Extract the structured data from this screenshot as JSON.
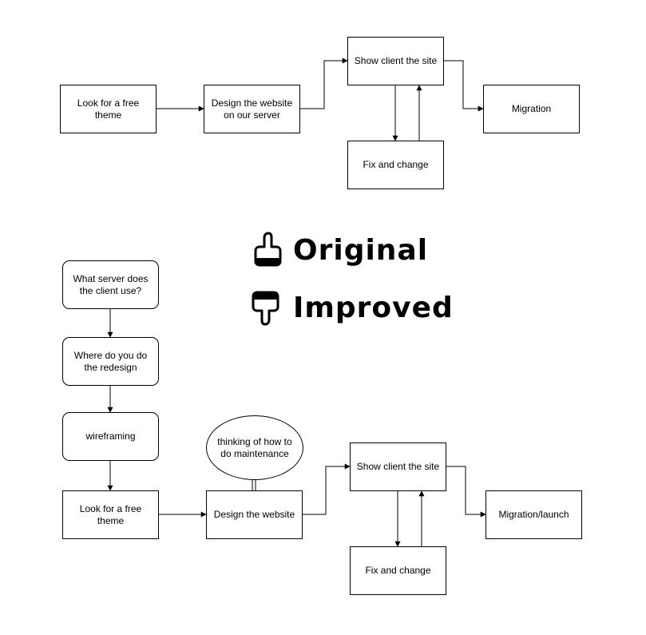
{
  "original_flow": {
    "free_theme": "Look for a free theme",
    "design": "Design the website on our server",
    "show_client": "Show client the site",
    "fix_change": "Fix and change",
    "migration": "Migration"
  },
  "legend": {
    "original": {
      "label": "Original",
      "icon": "thumbs-up-pointing-hand-icon"
    },
    "improved": {
      "label": "Improved",
      "icon": "pointing-down-hand-icon"
    }
  },
  "improved_flow": {
    "server_question": "What server does the client use?",
    "where_redesign": "Where do you do the redesign",
    "wireframing": "wireframing",
    "maintenance_note": "thinking of how to do maintenance",
    "free_theme": "Look for a free theme",
    "design": "Design the website",
    "show_client": "Show client the site",
    "fix_change": "Fix and change",
    "migration_launch": "Migration/launch"
  }
}
